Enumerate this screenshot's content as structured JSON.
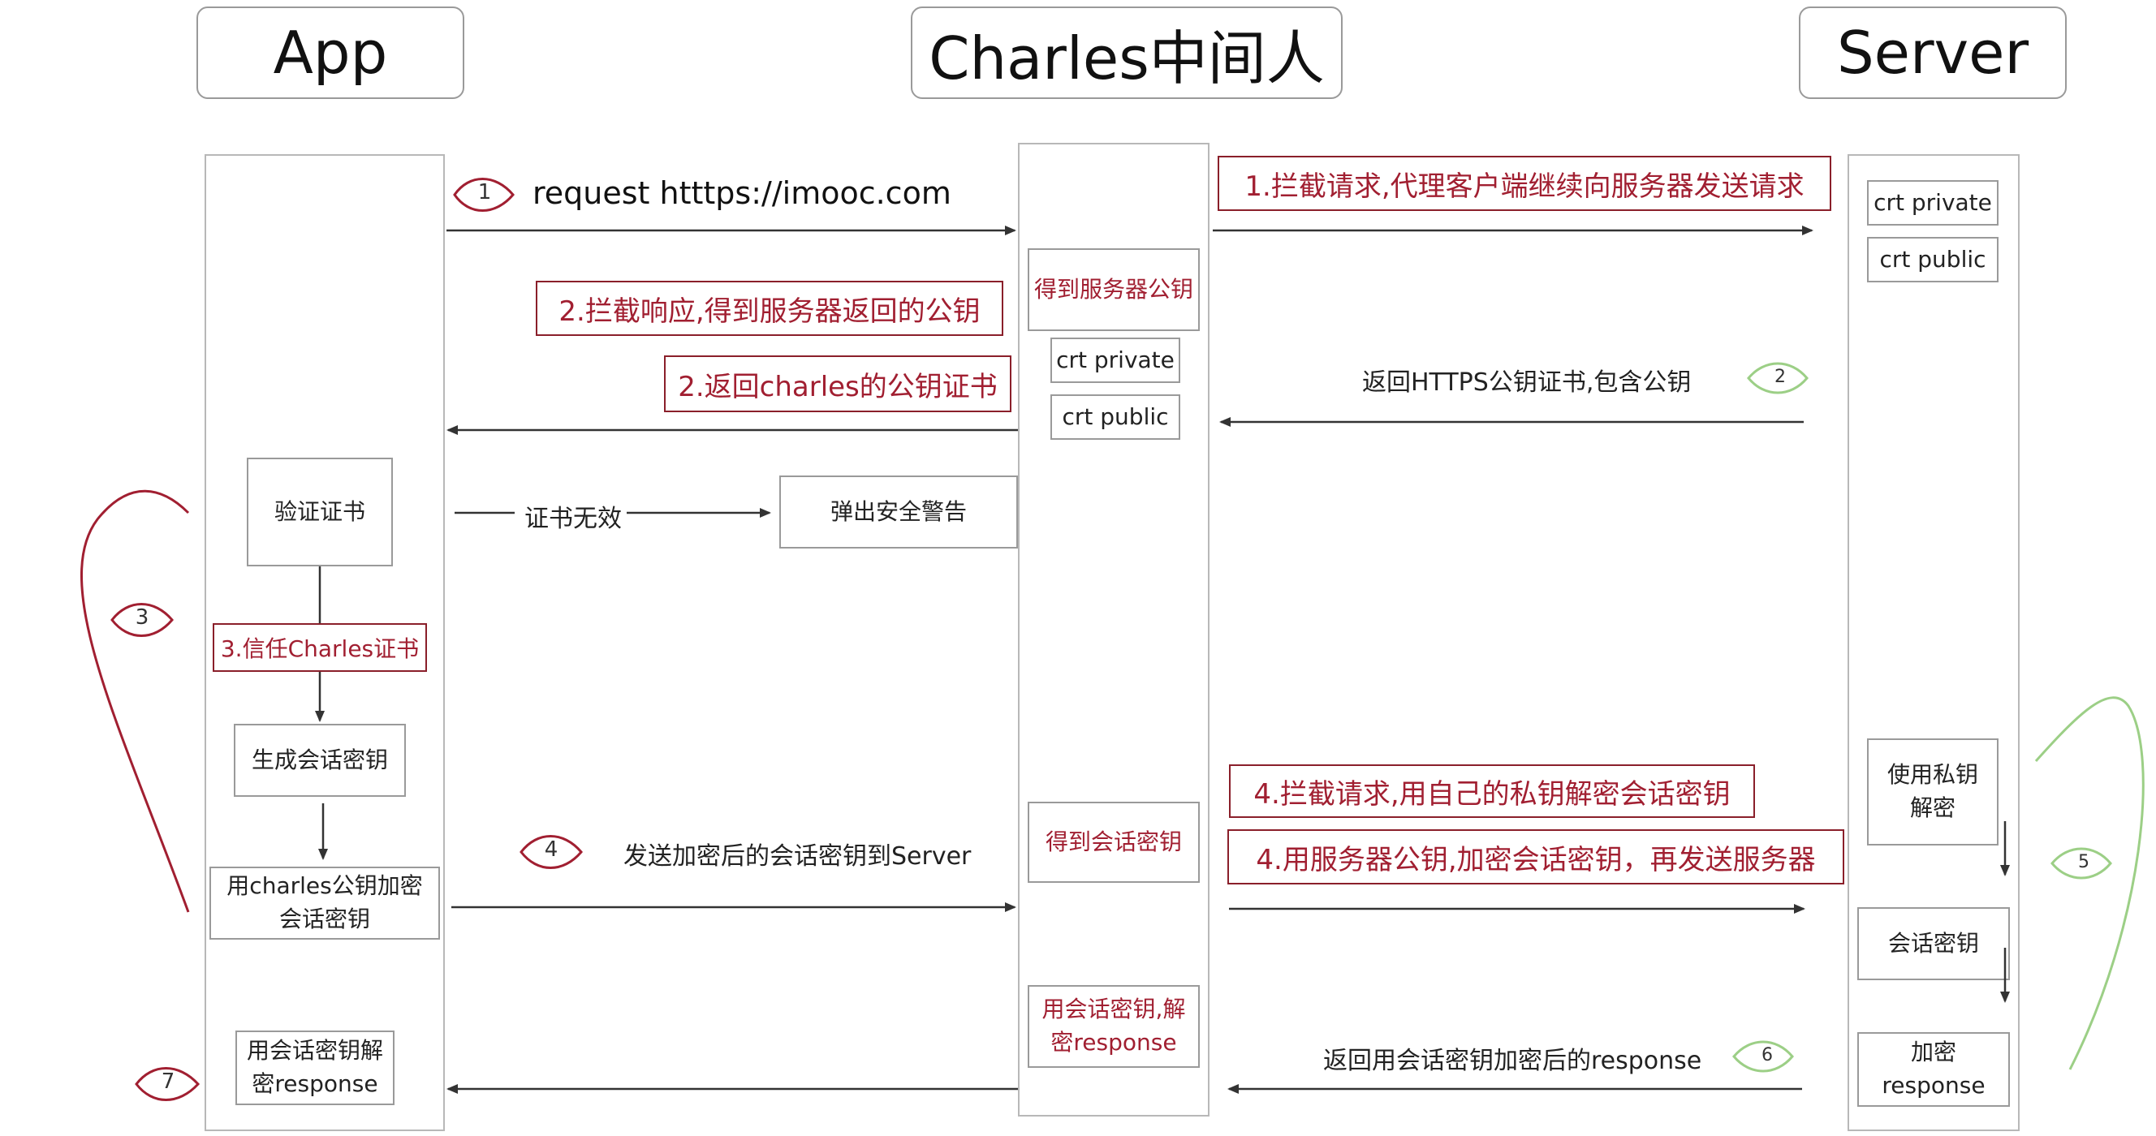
{
  "actors": {
    "app": "App",
    "charles": "Charles中间人",
    "server": "Server"
  },
  "steps": {
    "s1": "1",
    "s2": "2",
    "s3": "3",
    "s4": "4",
    "s5": "5",
    "s6": "6",
    "s7": "7"
  },
  "messages": {
    "request": "request  htttps://imooc.com",
    "return_cert": "返回HTTPS公钥证书,包含公钥",
    "invalid_cert": "证书无效",
    "send_session_key": "发送加密后的会话密钥到Server",
    "return_response": "返回用会话密钥加密后的response"
  },
  "notes": {
    "intercept_request": "1.拦截请求,代理客户端继续向服务器发送请求",
    "intercept_response": "2.拦截响应,得到服务器返回的公钥",
    "return_charles_cert": "2.返回charles的公钥证书",
    "trust_charles": "3.信任Charles证书",
    "decrypt_with_own_key": "4.拦截请求,用自己的私钥解密会话密钥",
    "encrypt_with_server_key": "4.用服务器公钥,加密会话密钥，再发送服务器"
  },
  "boxes": {
    "charles_get_server_key": "得到服务器公钥",
    "charles_crt_private": "crt private",
    "charles_crt_public": "crt public",
    "charles_get_session_key": "得到会话密钥",
    "charles_decrypt_response_1": "用会话密钥,解",
    "charles_decrypt_response_2": "密response",
    "server_crt_private": "crt private",
    "server_crt_public": "crt public",
    "server_decrypt_1": "使用私钥",
    "server_decrypt_2": "解密",
    "server_session_key": "会话密钥",
    "server_encrypt_1": "加密",
    "server_encrypt_2": "response",
    "app_verify_cert": "验证证书",
    "app_security_warning": "弹出安全警告",
    "app_gen_session_key": "生成会话密钥",
    "app_encrypt_1": "用charles公钥加密",
    "app_encrypt_2": "会话密钥",
    "app_decrypt_1": "用会话密钥解",
    "app_decrypt_2": "密response"
  },
  "colors": {
    "accent_red": "#a11f31",
    "accent_green": "#9ccf86",
    "arrow": "#333333",
    "border": "#9a9a9a"
  }
}
